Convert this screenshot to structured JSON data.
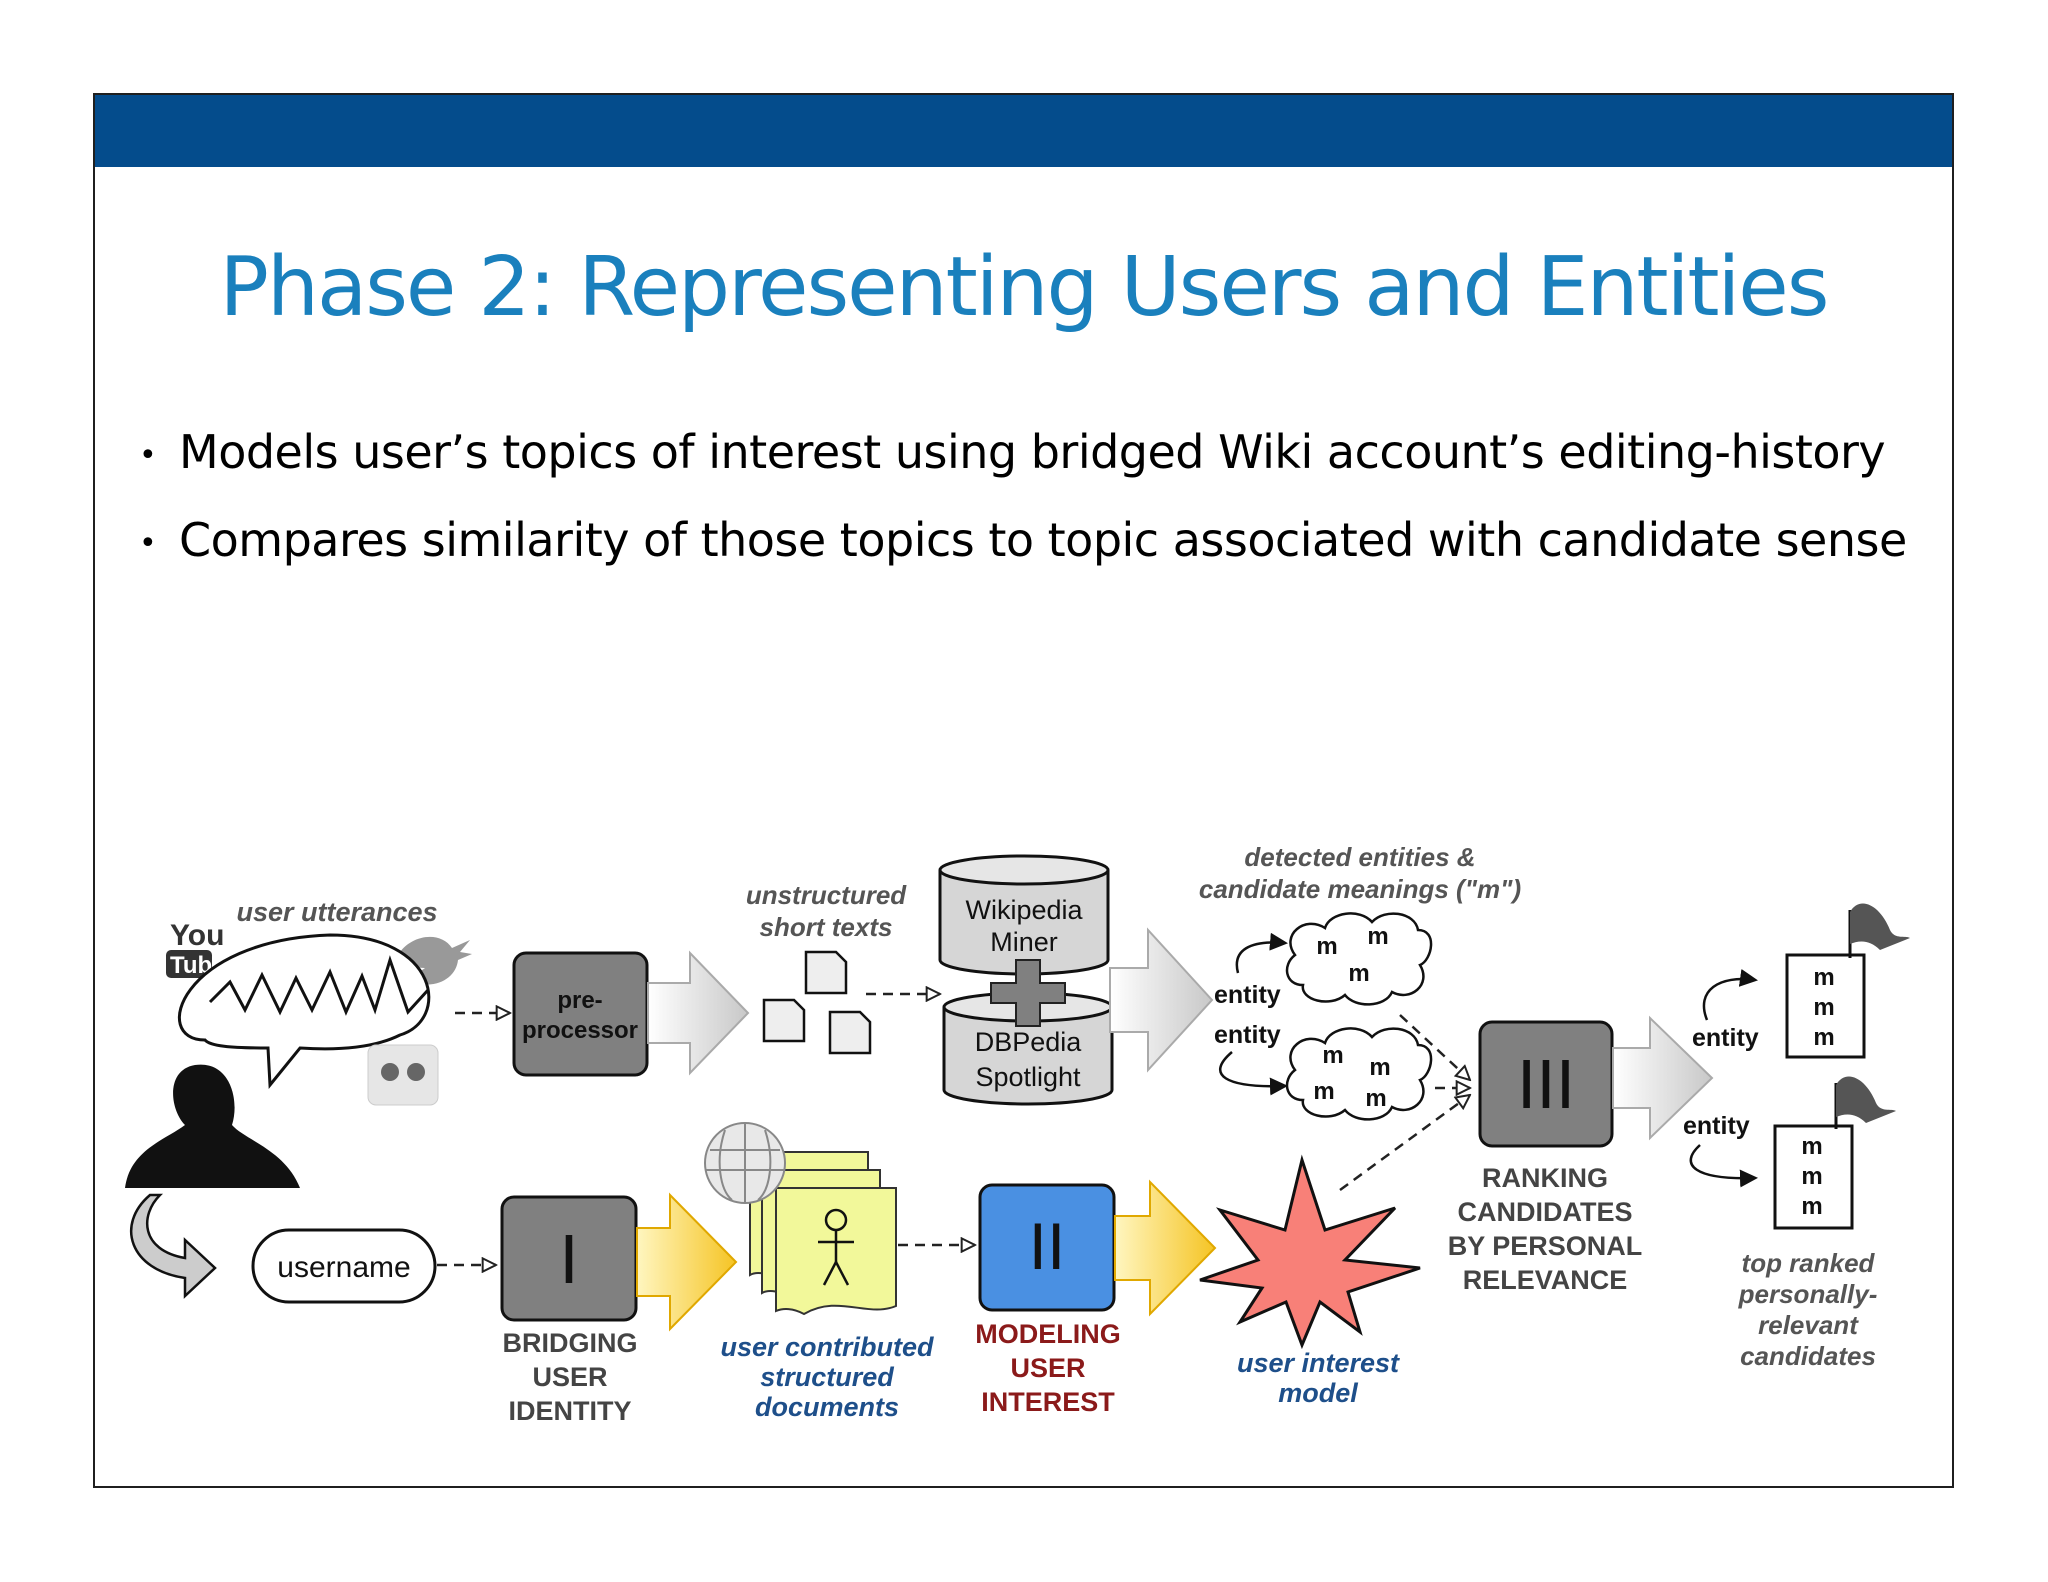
{
  "slide": {
    "title": "Phase 2: Representing Users and Entities",
    "bullets": [
      "Models user’s topics of interest using bridged Wiki account’s editing-history",
      "Compares similarity of those topics to topic associated with candidate sense"
    ]
  },
  "diagram": {
    "user_utterances": "user utterances",
    "youtube_logo": [
      "You",
      "Tube"
    ],
    "preprocessor": [
      "pre-",
      "processor"
    ],
    "unstructured_texts": [
      "unstructured",
      "short texts"
    ],
    "wikipedia_miner": [
      "Wikipedia",
      "Miner"
    ],
    "dbpedia_spotlight": [
      "DBPedia",
      "Spotlight"
    ],
    "detected_entities": [
      "detected entities &",
      "candidate meanings (\"m\")"
    ],
    "entity": "entity",
    "m": "m",
    "stage1_numeral": "I",
    "stage2_numeral": "II",
    "stage3_numeral": "III",
    "username": "username",
    "bridging": [
      "BRIDGING",
      "USER",
      "IDENTITY"
    ],
    "user_docs": [
      "user contributed",
      "structured",
      "documents"
    ],
    "modeling": [
      "MODELING",
      "USER",
      "INTEREST"
    ],
    "interest_model": [
      "user interest",
      "model"
    ],
    "ranking": [
      "RANKING",
      "CANDIDATES",
      "BY PERSONAL",
      "RELEVANCE"
    ],
    "top_ranked": [
      "top ranked",
      "personally-",
      "relevant",
      "candidates"
    ],
    "colors": {
      "topbar": "#044c8c",
      "title": "#1a80bd",
      "stage_gray": "#808080",
      "stage2_blue": "#4a90e2",
      "doc_yellow": "#f2f89a",
      "star_red": "#f88078",
      "maroon_text": "#8b1a1a",
      "blue_italic_text": "#1e4f8a"
    }
  }
}
